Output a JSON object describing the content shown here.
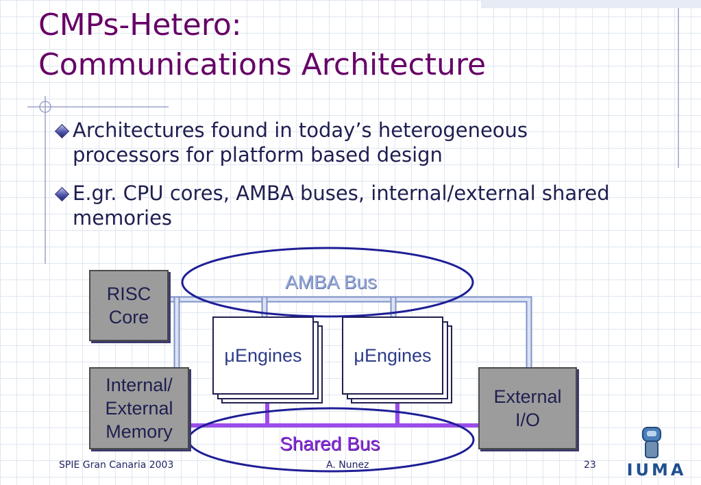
{
  "slide": {
    "title_line1": "CMPs-Hetero:",
    "title_line2": "Communications Architecture",
    "bullets": [
      "Architectures found in today’s heterogeneous processors for platform based design",
      "E.gr. CPU cores, AMBA buses, internal/external shared memories"
    ]
  },
  "diagram": {
    "risc_core": "RISC\nCore",
    "memory": "Internal/\nExternal\nMemory",
    "external_io": "External\nI/O",
    "engines_left": "μEngines",
    "engines_right": "μEngines",
    "amba_bus": "AMBA Bus",
    "shared_bus": "Shared Bus"
  },
  "footer": {
    "left": "SPIE Gran Canaria 2003",
    "center": "A. Nunez",
    "page": "23"
  },
  "logo": {
    "text": "IUMA"
  },
  "colors": {
    "title": "#660066",
    "body_text": "#1e1e50",
    "amba_bus": "#c2cdea",
    "shared_bus": "#9b4dea",
    "ellipse": "#1e1e96"
  }
}
